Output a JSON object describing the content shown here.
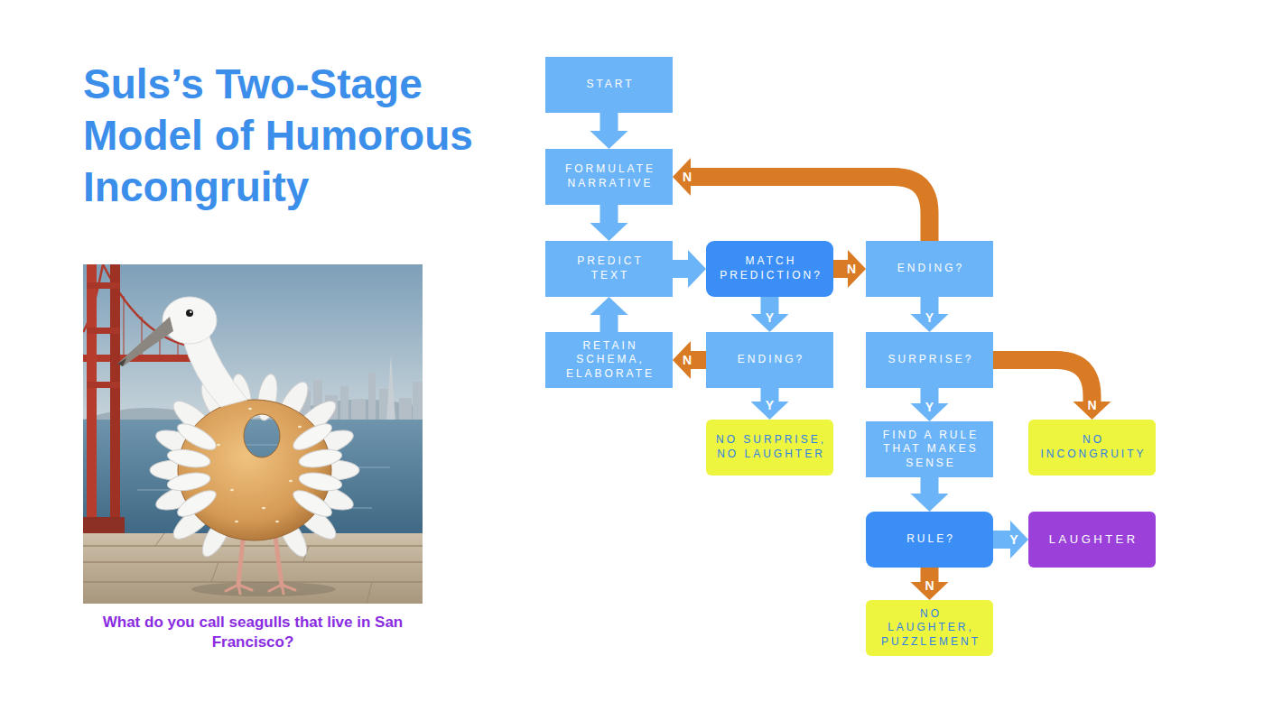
{
  "diagram": {
    "title": "Suls’s Two-Stage Model of Humorous Incongruity",
    "caption": "What do you call seagulls that live in San Francisco?",
    "nodes": [
      {
        "text": [
          "START"
        ]
      },
      {
        "text": [
          "FORMULATE NARRATIVE"
        ]
      },
      {
        "text": [
          "PREDICT TEXT"
        ]
      },
      {
        "text": [
          "MATCH PREDICTION?"
        ]
      },
      {
        "text": [
          "ENDING?"
        ]
      },
      {
        "text": [
          "RETAIN SCHEMA, ELABORATE"
        ]
      },
      {
        "text": [
          "ENDING?"
        ]
      },
      {
        "text": [
          "SURPRISE?"
        ]
      },
      {
        "text": [
          "NO SURPRISE, NO LAUGHTER"
        ]
      },
      {
        "text": [
          "FIND A RULE THAT MAKES SENSE"
        ]
      },
      {
        "text": [
          "NO INCONGRUITY"
        ]
      },
      {
        "text": [
          "RULE?"
        ]
      },
      {
        "text": [
          "LAUGHTER"
        ]
      },
      {
        "text": [
          "NO LAUGHTER, PUZZLEMENT"
        ]
      }
    ],
    "edges": [
      {
        "from": 0,
        "to": 1,
        "arrow": "to"
      },
      {
        "from": 1,
        "to": 2,
        "arrow": "to"
      },
      {
        "from": 2,
        "to": 3,
        "arrow": "to"
      },
      {
        "from": 3,
        "to": 4,
        "label": "N",
        "arrow": "to"
      },
      {
        "from": 3,
        "to": 6,
        "label": "Y",
        "arrow": "to"
      },
      {
        "from": 6,
        "to": 5,
        "label": "N",
        "arrow": "to"
      },
      {
        "from": 5,
        "to": 2,
        "arrow": "to"
      },
      {
        "from": 6,
        "to": 8,
        "label": "Y",
        "arrow": "to"
      },
      {
        "from": 4,
        "to": 1,
        "label": "N",
        "arrow": "to"
      },
      {
        "from": 4,
        "to": 7,
        "label": "Y",
        "arrow": "to"
      },
      {
        "from": 7,
        "to": 10,
        "label": "N",
        "arrow": "to"
      },
      {
        "from": 7,
        "to": 9,
        "label": "Y",
        "arrow": "to"
      },
      {
        "from": 9,
        "to": 11,
        "arrow": "to"
      },
      {
        "from": 11,
        "to": 12,
        "label": "Y",
        "arrow": "to"
      },
      {
        "from": 11,
        "to": 13,
        "label": "N",
        "arrow": "to"
      }
    ]
  }
}
